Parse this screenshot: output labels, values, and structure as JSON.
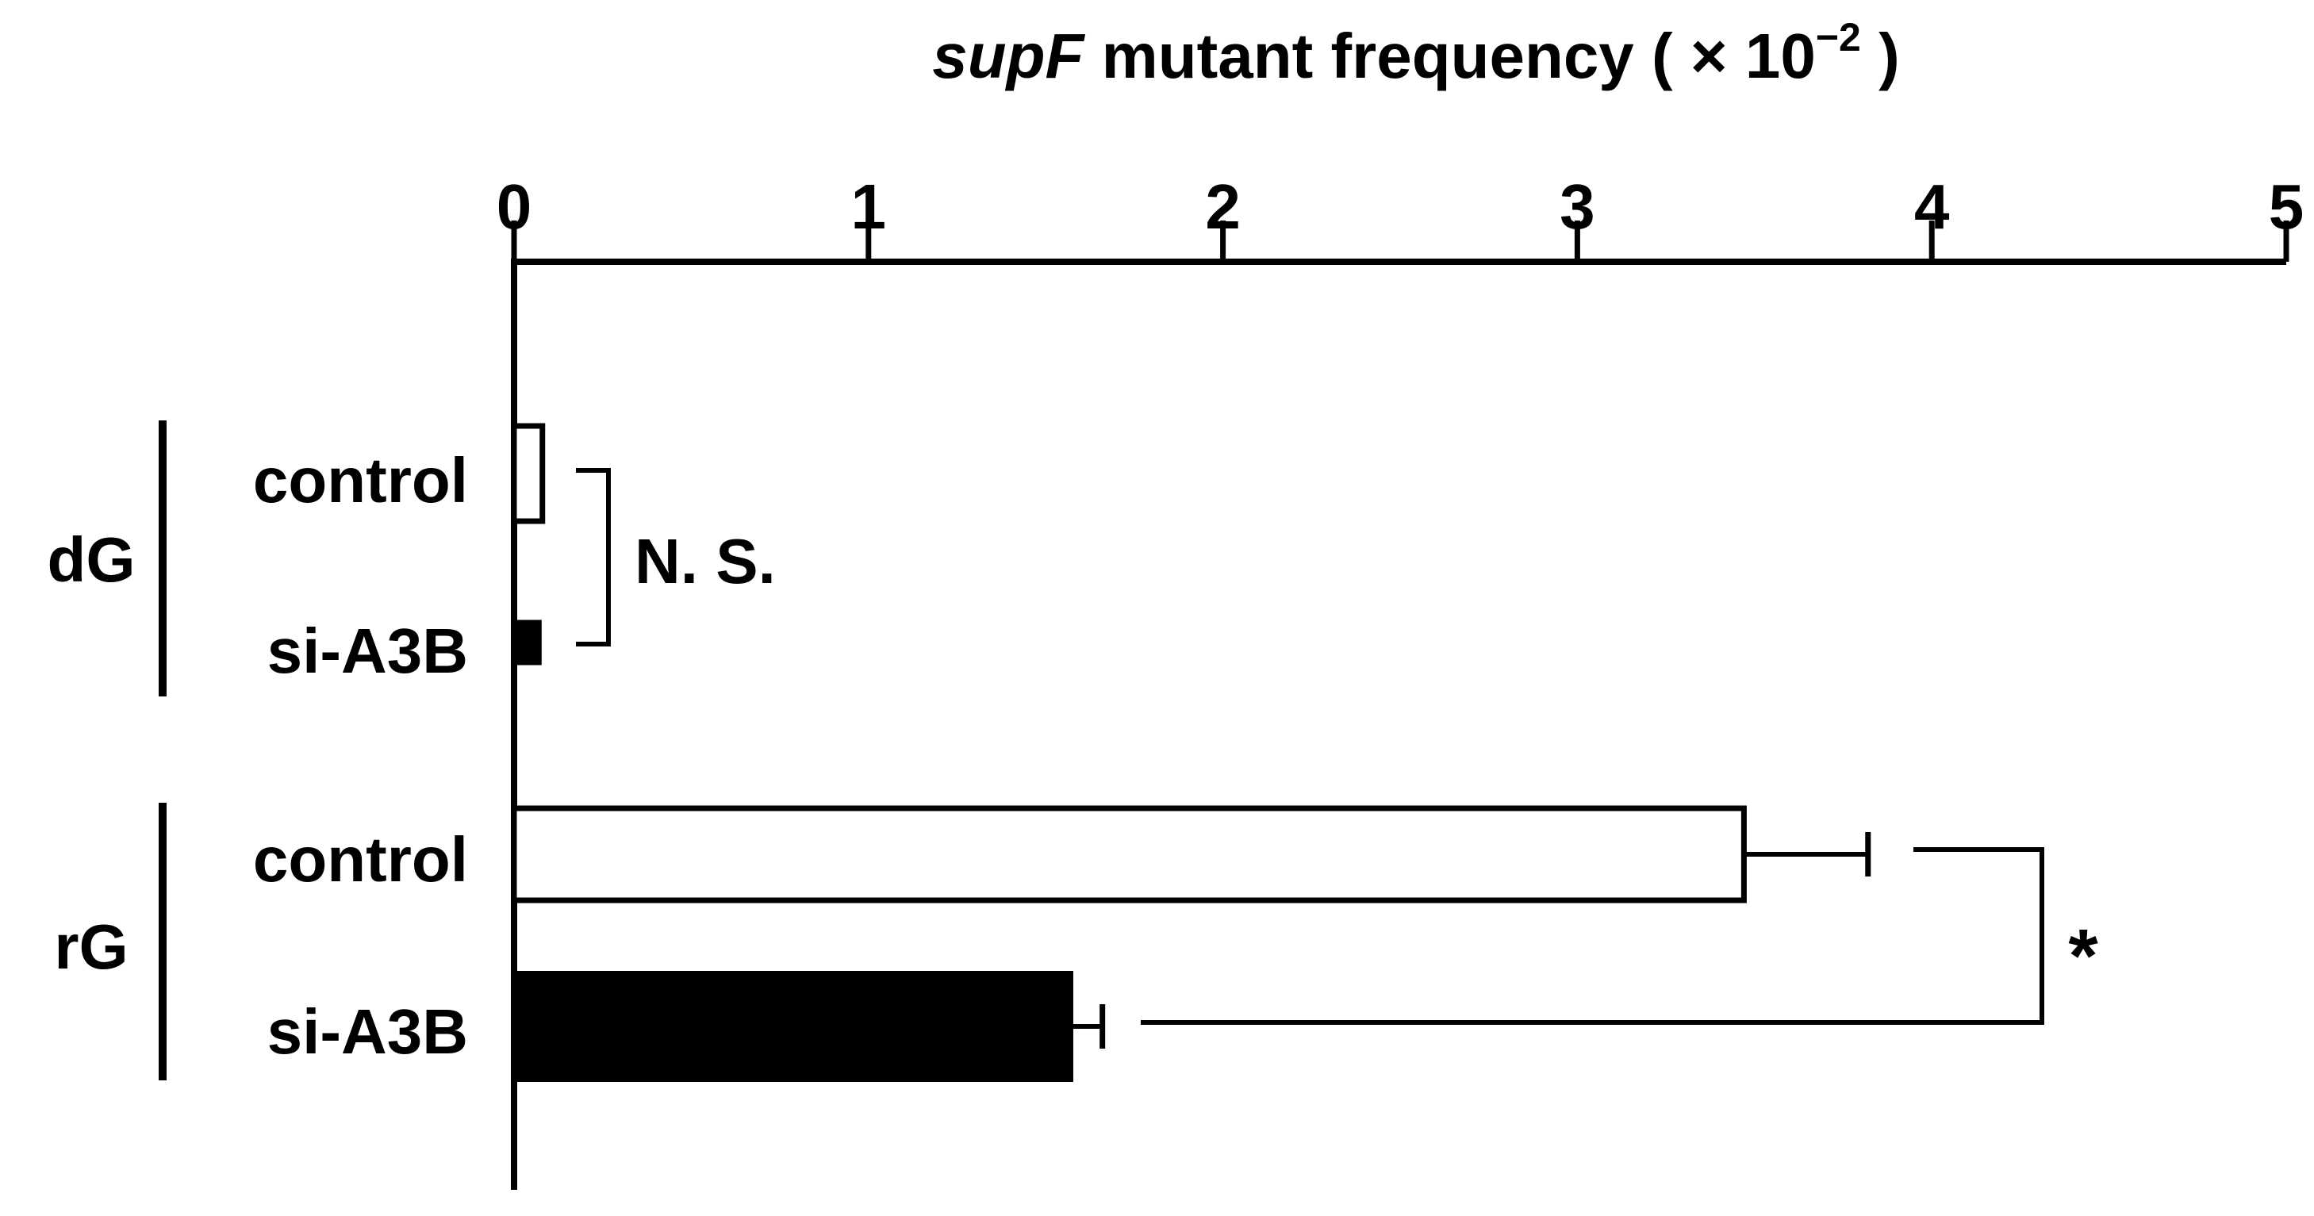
{
  "chart_data": {
    "type": "bar",
    "orientation": "horizontal",
    "title_parts": {
      "italic": "supF",
      "main": " mutant frequency ( × 10",
      "superscript": "−2",
      "close": " )"
    },
    "xlim": [
      0,
      5
    ],
    "x_ticks": [
      "0",
      "1",
      "2",
      "3",
      "4",
      "5"
    ],
    "x_tick_values": [
      0,
      1,
      2,
      3,
      4,
      5
    ],
    "axis_position": "top",
    "grid": false,
    "legend": "none",
    "groups": [
      {
        "label": "dG",
        "bars": [
          {
            "label": "control",
            "value": 0.08,
            "error": 0.0,
            "fill": "#ffffff"
          },
          {
            "label": "si-A3B",
            "value": 0.07,
            "error": 0.0,
            "fill": "#000000"
          }
        ],
        "significance": "N. S."
      },
      {
        "label": "rG",
        "bars": [
          {
            "label": "control",
            "value": 3.47,
            "error": 0.35,
            "fill": "#ffffff"
          },
          {
            "label": "si-A3B",
            "value": 1.57,
            "error": 0.09,
            "fill": "#000000"
          }
        ],
        "significance": "*"
      }
    ]
  }
}
